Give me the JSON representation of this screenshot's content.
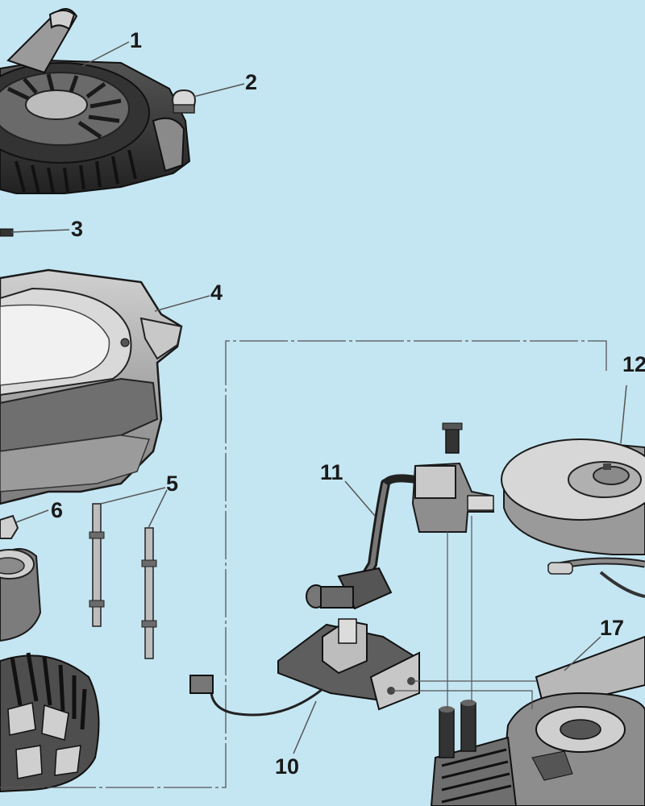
{
  "diagram": {
    "colors": {
      "background": "#c4e6f2",
      "part_dark": "#2b2b2b",
      "part_mid": "#7a7a7a",
      "part_light": "#b5b5b5",
      "leader": "#555555"
    },
    "callouts": [
      {
        "id": "c1",
        "label": "1"
      },
      {
        "id": "c2",
        "label": "2"
      },
      {
        "id": "c3",
        "label": "3"
      },
      {
        "id": "c4",
        "label": "4"
      },
      {
        "id": "c5",
        "label": "5"
      },
      {
        "id": "c6",
        "label": "6"
      },
      {
        "id": "c10",
        "label": "10"
      },
      {
        "id": "c11",
        "label": "11"
      },
      {
        "id": "c12",
        "label": "12"
      },
      {
        "id": "c17",
        "label": "17"
      }
    ]
  }
}
